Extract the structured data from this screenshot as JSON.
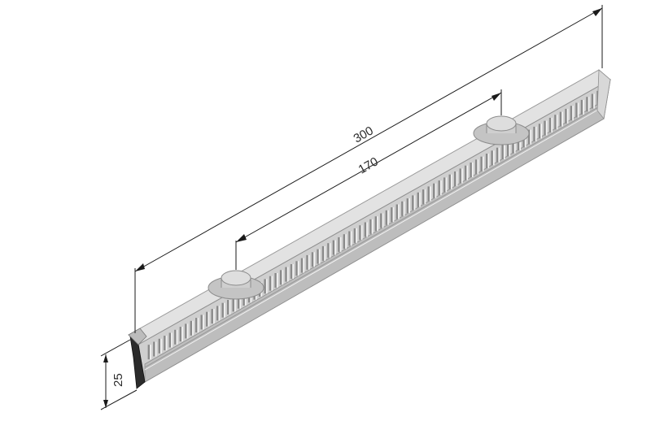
{
  "dimensions": {
    "overall_length": "300",
    "pin_spacing": "170",
    "height": "25"
  },
  "colors": {
    "body_top": "#e2e2e2",
    "body_face": "#c9c9c9",
    "slot": "#8a8a8a",
    "slot_light": "#f4f4f4",
    "end_cap": "#2b2b2b",
    "pin": "#d6d6d6",
    "lines": "#1a1a1a"
  }
}
